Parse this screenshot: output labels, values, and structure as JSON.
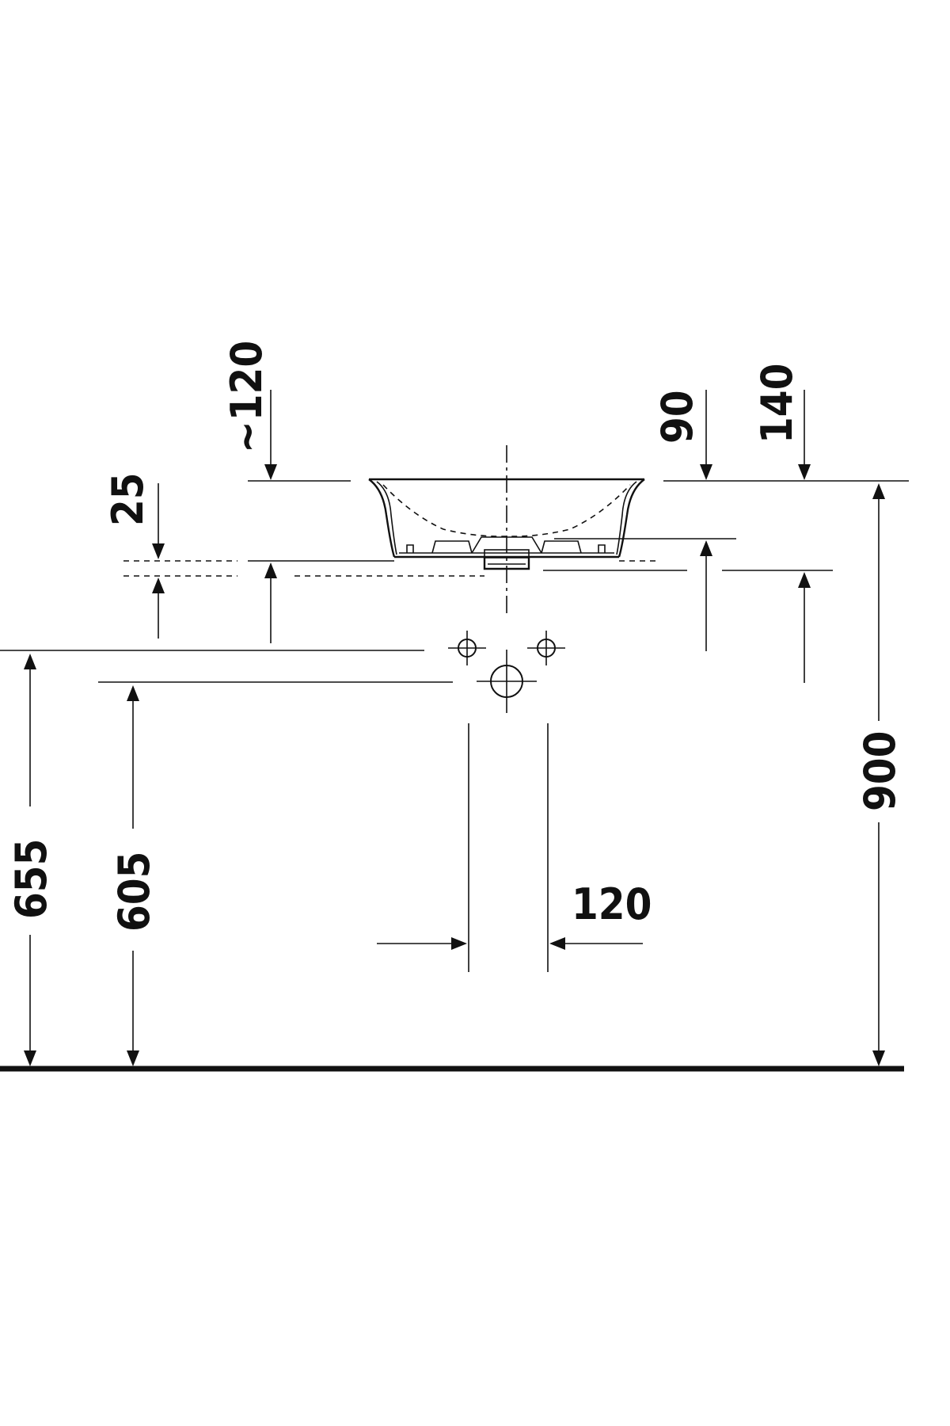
{
  "dimensions": {
    "bowl_height_approx": "~120",
    "deck_thickness": "25",
    "bowl_height": "90",
    "overall_height": "140",
    "waste_height": "900",
    "tap_height": "655",
    "valve_height": "605",
    "valve_spacing": "120"
  },
  "colors": {
    "line": "#111111",
    "background": "#ffffff"
  }
}
